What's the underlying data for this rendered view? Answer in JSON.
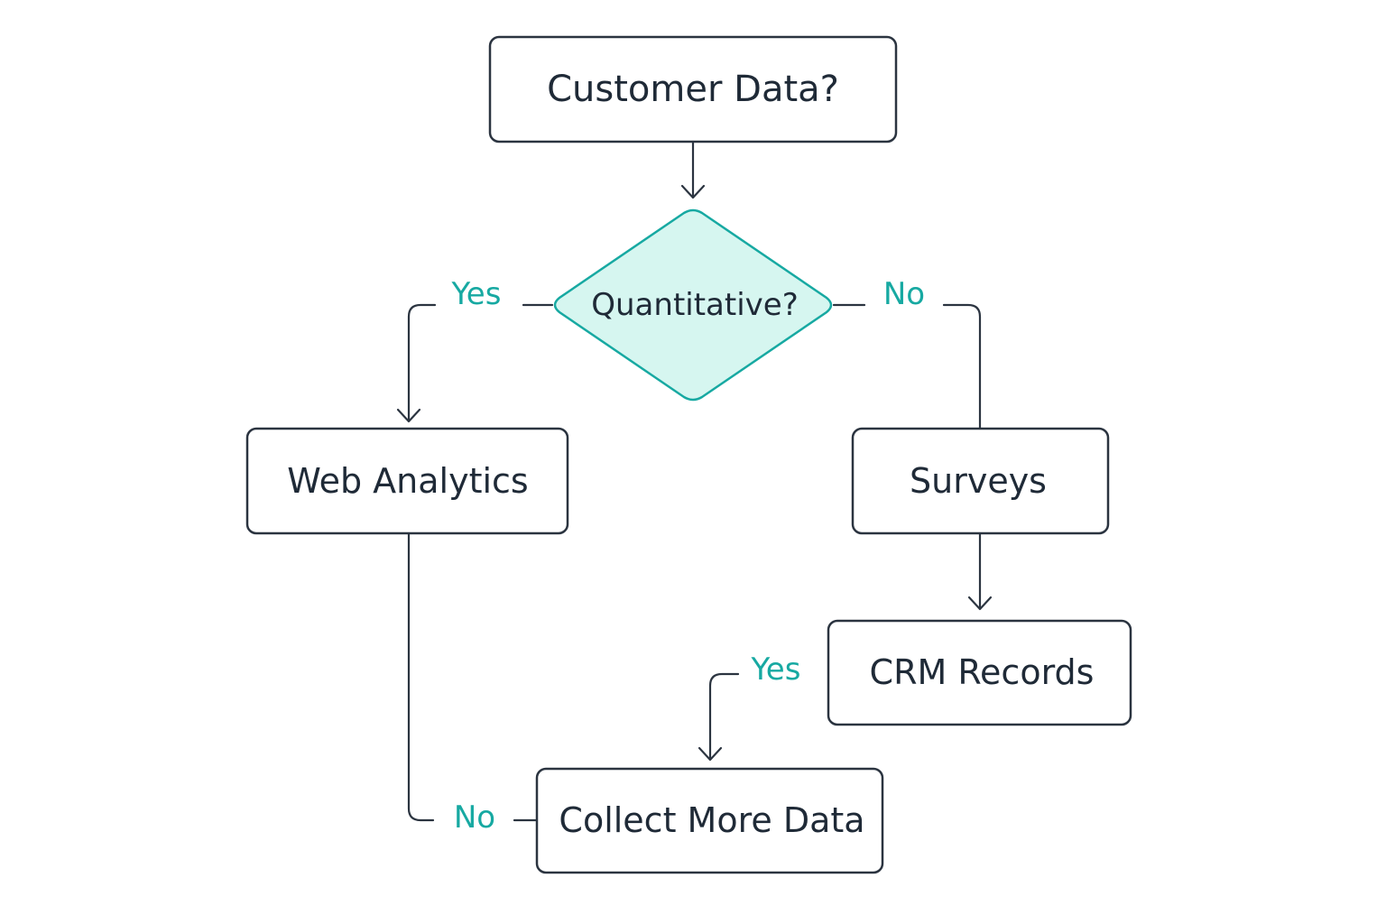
{
  "colors": {
    "background": "#ffffff",
    "node_stroke": "#2b3440",
    "text": "#1f2a37",
    "accent": "#17a9a2",
    "decision_fill": "#d6f6f0",
    "line": "#2b3440"
  },
  "nodes": {
    "customer_data": "Customer Data?",
    "quantitative": "Quantitative?",
    "web_analytics": "Web Analytics",
    "surveys": "Surveys",
    "crm_records": "CRM Records",
    "collect_more": "Collect More Data"
  },
  "edge_labels": {
    "quant_yes": "Yes",
    "quant_no": "No",
    "crm_yes": "Yes",
    "web_no": "No"
  }
}
